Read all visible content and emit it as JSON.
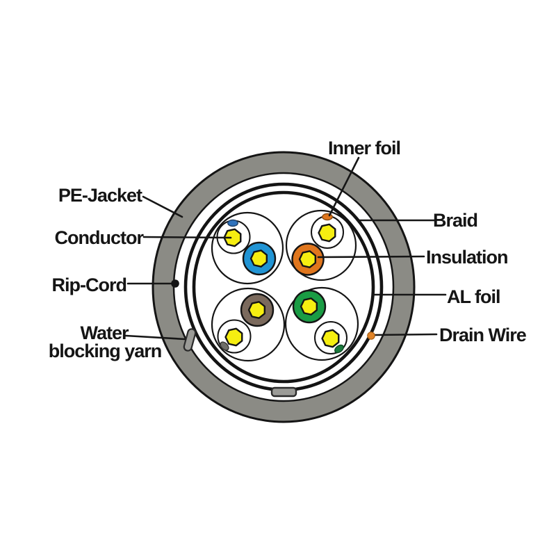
{
  "diagram": {
    "type": "cable-cross-section",
    "labels": {
      "inner_foil": "Inner foil",
      "pe_jacket": "PE-Jacket",
      "conductor": "Conductor",
      "rip_cord": "Rip-Cord",
      "water_line1": "Water",
      "water_line2": "blocking yarn",
      "braid": "Braid",
      "insulation": "Insulation",
      "al_foil": "AL foil",
      "drain_wire": "Drain Wire"
    },
    "colors": {
      "jacket_gray": "#8b8b85",
      "pair_blue": "#2194d4",
      "pair_blue_mark": "#2e72bd",
      "pair_orange": "#e0761d",
      "pair_brown": "#7b6a5d",
      "pair_brown_mark": "#6e6e68",
      "pair_green": "#1a9c44",
      "pair_green_mark": "#1b7a3c",
      "conductor_yellow": "#f6ee11",
      "drain_wire_orange": "#e08428",
      "yarn_gray": "#9b9b97"
    }
  }
}
